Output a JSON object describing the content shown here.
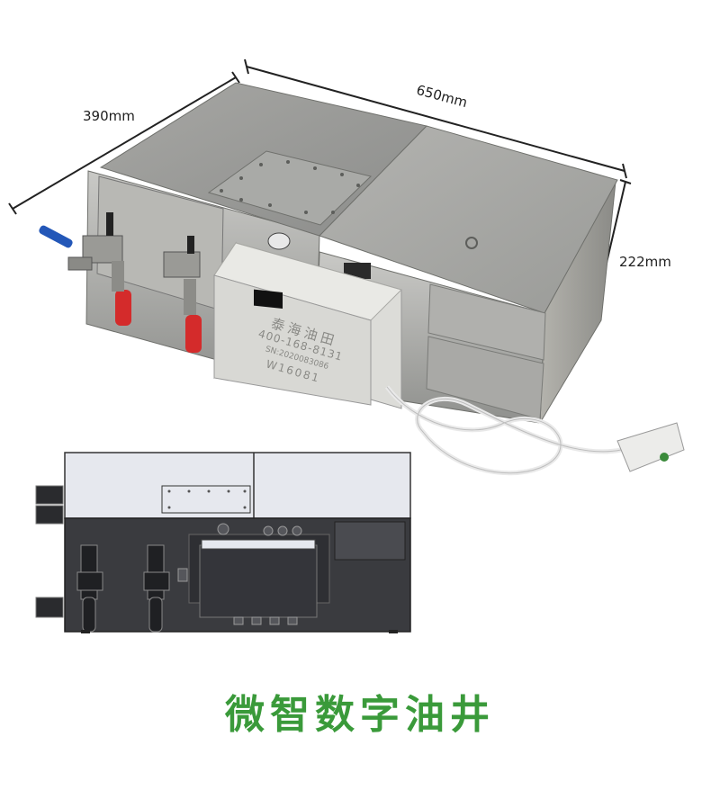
{
  "dimensions": {
    "depth": "390mm",
    "length": "650mm",
    "height": "222mm"
  },
  "box_label": {
    "brand": "泰海油田",
    "phone": "400-168-8131",
    "model": "W16081",
    "small": "SN:2020083086"
  },
  "title": "微智数字油井",
  "colors": {
    "title": "#3a9a3a",
    "steel": "#b9b9b5",
    "cad_dark": "#3a3b3f",
    "cad_light": "#e6e8ee",
    "handle_red": "#d42b2b"
  }
}
